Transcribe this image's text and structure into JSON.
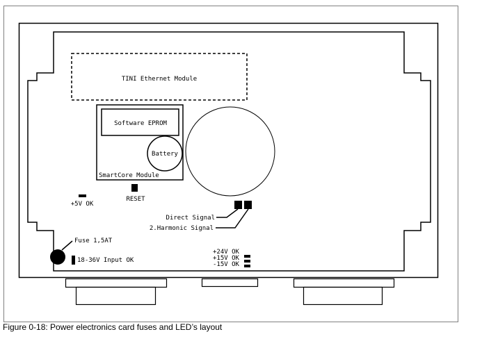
{
  "figure": {
    "caption": "Figure 0-18: Power electronics card fuses and LED’s layout"
  },
  "labels": {
    "tini_module": "TINI Ethernet Module",
    "software_eprom": "Software EPROM",
    "battery": "Battery",
    "smartcore_module": "SmartCore Module",
    "reset": "RESET",
    "led_5v": "+5V OK",
    "direct_signal": "Direct Signal",
    "harmonic_signal": "2.Harmonic Signal",
    "fuse": "Fuse 1,5AT",
    "input_ok": "18-36V Input OK",
    "led_24v": "+24V OK",
    "led_15v": "+15V OK",
    "led_m15v": "-15V OK"
  },
  "colors": {
    "line": "#000000",
    "frame": "#808080",
    "background": "#ffffff"
  }
}
